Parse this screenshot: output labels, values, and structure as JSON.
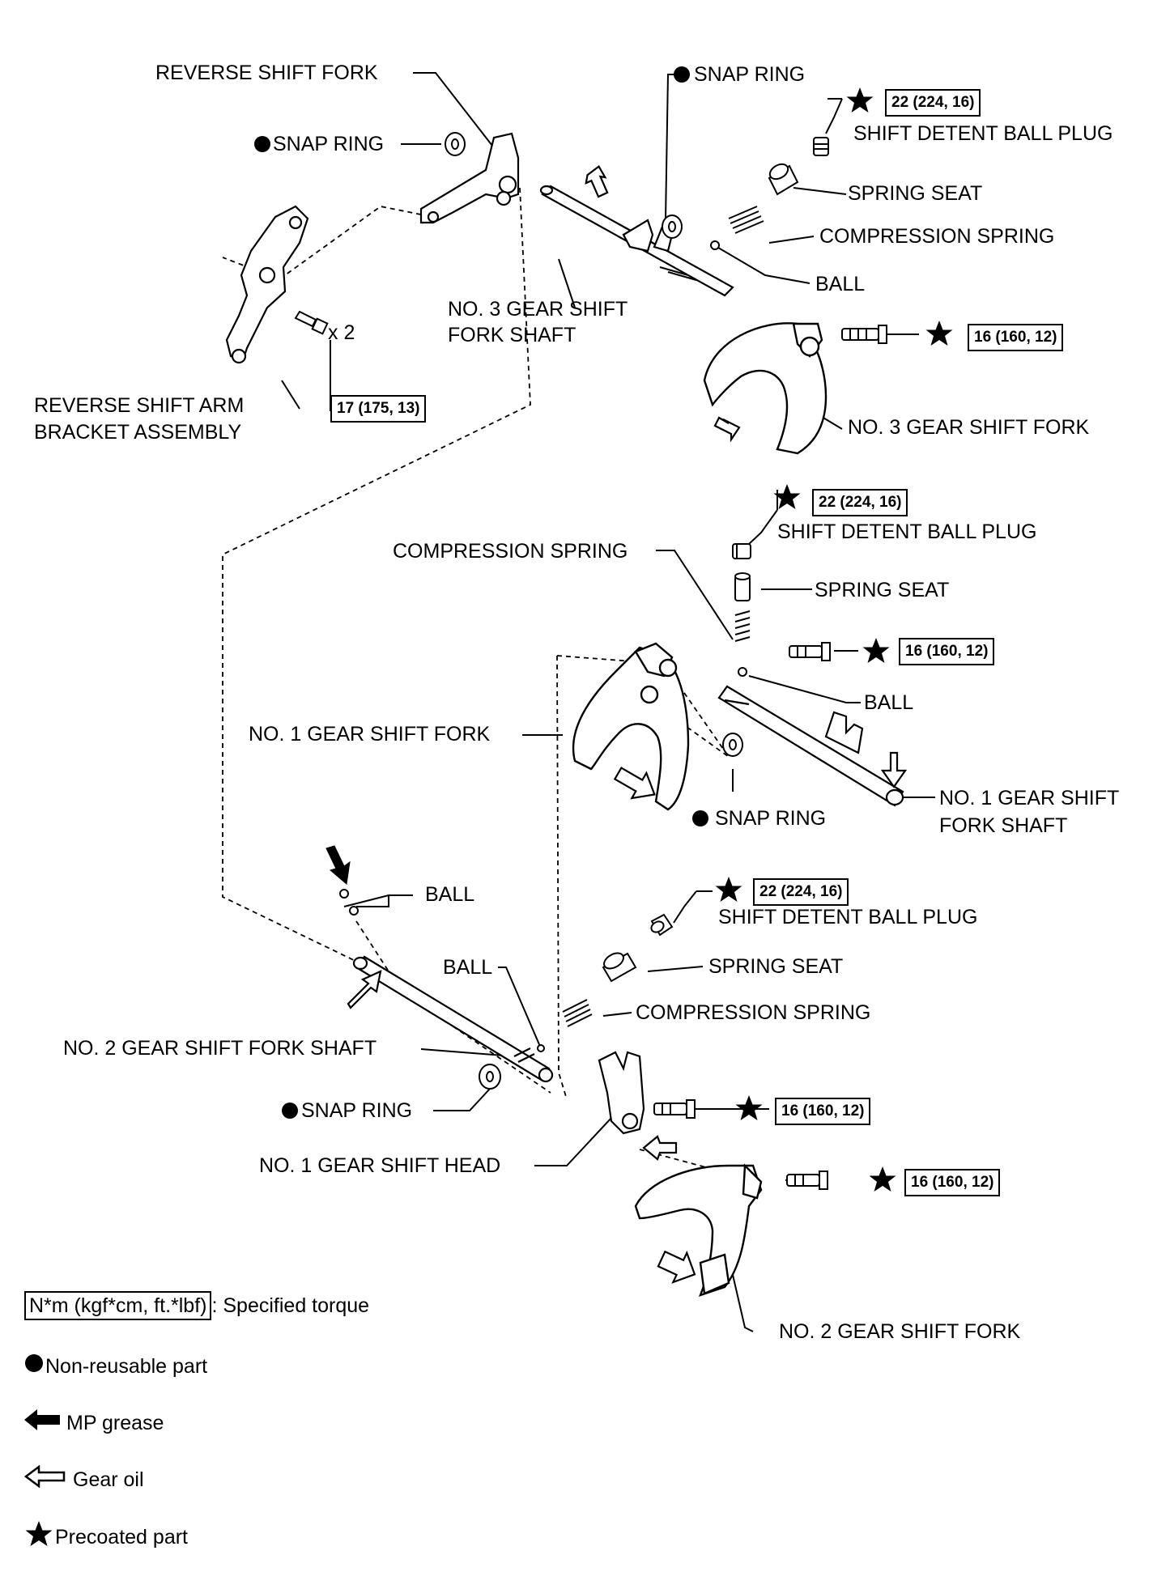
{
  "labels": {
    "reverse_shift_fork": "REVERSE SHIFT FORK",
    "snap_ring_top_left": "SNAP RING",
    "snap_ring_top_right": "SNAP RING",
    "shift_detent_ball_plug_1": "SHIFT DETENT BALL PLUG",
    "spring_seat_1": "SPRING SEAT",
    "compression_spring_1": "COMPRESSION SPRING",
    "ball_1": "BALL",
    "no3_gear_shift_fork_shaft_l1": "NO. 3 GEAR SHIFT",
    "no3_gear_shift_fork_shaft_l2": "FORK SHAFT",
    "x2": "x 2",
    "reverse_shift_arm_l1": "REVERSE SHIFT ARM",
    "reverse_shift_arm_l2": "BRACKET ASSEMBLY",
    "no3_gear_shift_fork": "NO. 3 GEAR SHIFT FORK",
    "shift_detent_ball_plug_2": "SHIFT DETENT BALL PLUG",
    "compression_spring_2": "COMPRESSION SPRING",
    "spring_seat_2": "SPRING SEAT",
    "ball_2": "BALL",
    "no1_gear_shift_fork": "NO. 1 GEAR SHIFT FORK",
    "snap_ring_mid": "SNAP RING",
    "no1_gear_shift_fork_shaft_l1": "NO. 1 GEAR SHIFT",
    "no1_gear_shift_fork_shaft_l2": "FORK SHAFT",
    "ball_3": "BALL",
    "shift_detent_ball_plug_3": "SHIFT DETENT BALL PLUG",
    "ball_4": "BALL",
    "spring_seat_3": "SPRING SEAT",
    "compression_spring_3": "COMPRESSION SPRING",
    "no2_gear_shift_fork_shaft": "NO. 2 GEAR SHIFT FORK SHAFT",
    "snap_ring_bottom": "SNAP RING",
    "no1_gear_shift_head": "NO. 1 GEAR SHIFT HEAD",
    "no2_gear_shift_fork": "NO. 2 GEAR SHIFT FORK"
  },
  "torques": {
    "plug_1": "22 (224, 16)",
    "bolt_no3": "16 (160, 12)",
    "bracket_bolt": "17 (175, 13)",
    "plug_2": "22 (224, 16)",
    "bolt_no1": "16 (160, 12)",
    "plug_3": "22 (224, 16)",
    "bolt_head": "16 (160, 12)",
    "bolt_no2": "16 (160, 12)"
  },
  "legend": {
    "torque_unit": "N*m (kgf*cm, ft.*lbf)",
    "torque_text": ": Specified torque",
    "non_reusable": "Non-reusable part",
    "mp_grease": "MP grease",
    "gear_oil": "Gear oil",
    "precoated": "Precoated part"
  }
}
